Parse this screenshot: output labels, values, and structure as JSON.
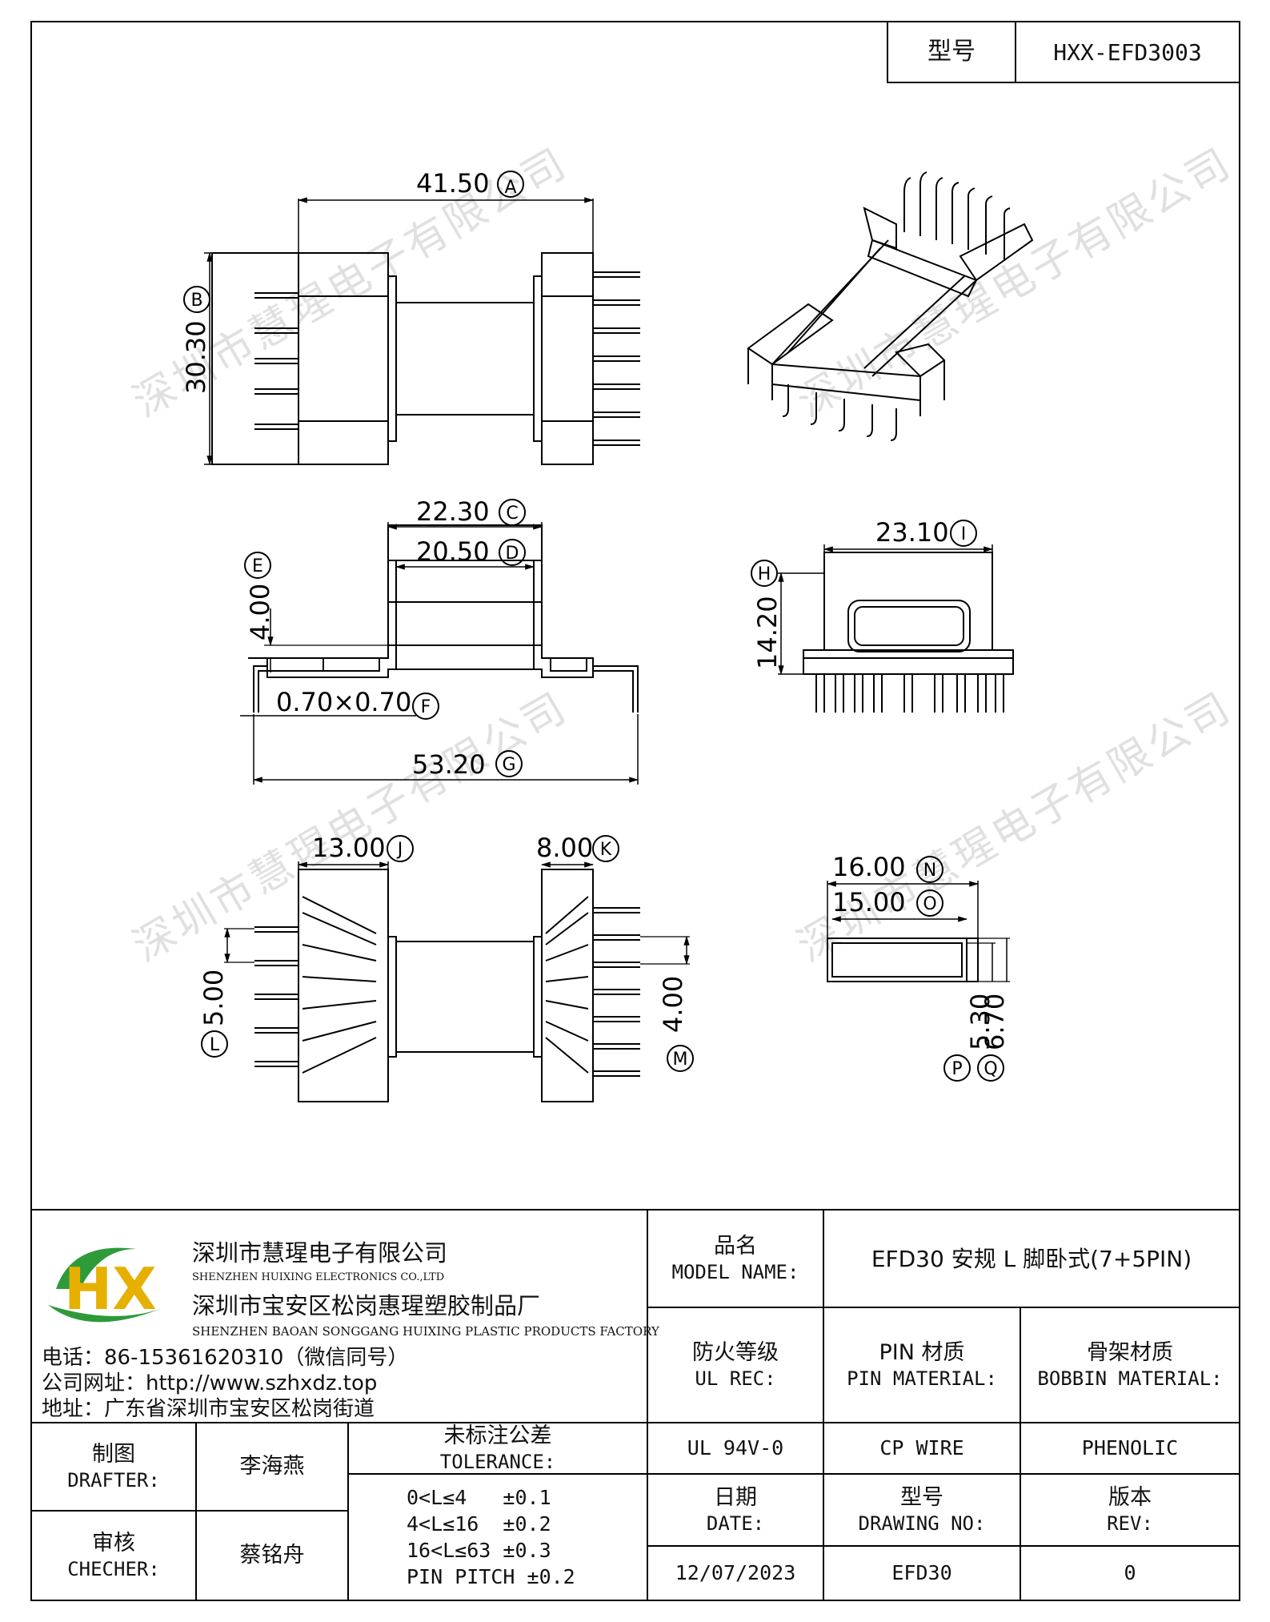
{
  "model_box": {
    "label": "型号",
    "value": "HXX-EFD3003"
  },
  "watermark": "深圳市慧瑆电子有限公司",
  "dims": {
    "A": "41.50",
    "B": "30.30",
    "C": "22.30",
    "D": "20.50",
    "E": "4.00",
    "F": "0.70×0.70",
    "G": "53.20",
    "H": "14.20",
    "I": "23.10",
    "J": "13.00",
    "K": "8.00",
    "L": "5.00",
    "M": "4.00",
    "N": "16.00",
    "O": "15.00",
    "P": "5.30",
    "Q": "6.70"
  },
  "company": {
    "name": "深圳市慧瑆电子有限公司",
    "name_en": "SHENZHEN HUIXING ELECTRONICS CO.,LTD",
    "factory": "深圳市宝安区松岗惠瑆塑胶制品厂",
    "factory_en": "SHENZHEN BAOAN SONGGANG HUIXING PLASTIC PRODUCTS FACTORY",
    "phone": "电话：86-15361620310（微信同号）",
    "web": "公司网址：http://www.szhxdz.top",
    "address": "地址：广东省深圳市宝安区松岗街道",
    "logo": "HX"
  },
  "title_block": {
    "model_name_cn": "品名",
    "model_name_en": "MODEL NAME:",
    "model_name_value": "EFD30 安规 L 脚卧式(7+5PIN)",
    "ul_cn": "防火等级",
    "ul_en": "UL REC:",
    "pin_cn": "PIN 材质",
    "pin_en": "PIN MATERIAL:",
    "bobbin_cn": "骨架材质",
    "bobbin_en": "BOBBIN MATERIAL:",
    "ul_value": "UL 94V-0",
    "pin_value": "CP WIRE",
    "bobbin_value": "PHENOLIC",
    "drafter_cn": "制图",
    "drafter_en": "DRAFTER:",
    "drafter_value": "李海燕",
    "checker_cn": "审核",
    "checker_en": "CHECHER:",
    "checker_value": "蔡铭舟",
    "tol_cn": "未标注公差",
    "tol_en": "TOLERANCE:",
    "tol_lines": [
      "0<L≤4   ±0.1",
      "4<L≤16  ±0.2",
      "16<L≤63 ±0.3",
      "PIN PITCH ±0.2"
    ],
    "date_cn": "日期",
    "date_en": "DATE:",
    "date_value": "12/07/2023",
    "drawing_cn": "型号",
    "drawing_en": "DRAWING NO:",
    "drawing_value": "EFD30",
    "rev_cn": "版本",
    "rev_en": "REV:",
    "rev_value": "0"
  }
}
